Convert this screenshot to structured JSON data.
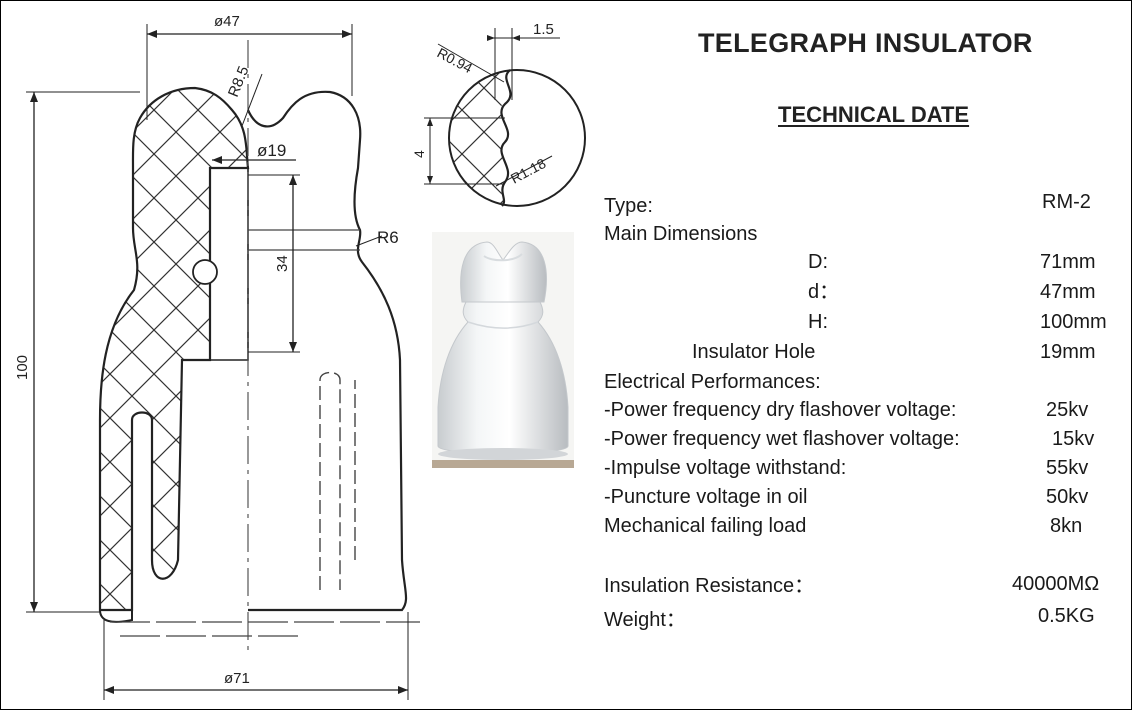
{
  "title": "TELEGRAPH INSULATOR",
  "subtitle": "TECHNICAL DATE",
  "drawing": {
    "dim_top": "ø47",
    "dim_bottom": "ø71",
    "dim_height": "100",
    "dim_hole": "ø19",
    "dim_depth": "34",
    "radius_top": "R8.5",
    "radius_neck": "R6",
    "detail_width": "1.5",
    "detail_radius_top": "R0.94",
    "detail_radius_bottom": "R1.18",
    "detail_pitch": "4"
  },
  "specs": {
    "type_label": "Type:",
    "type_value": "RM-2",
    "main_dimensions": "Main Dimensions",
    "d_big_label": "D:",
    "d_big_value": "71mm",
    "d_small_label": "d：",
    "d_small_value": "47mm",
    "h_label": "H:",
    "h_value": "100mm",
    "hole_label": "Insulator Hole",
    "hole_value": "19mm",
    "electrical": "Electrical Performances:",
    "dry_label": "-Power frequency dry flashover voltage:",
    "dry_value": "25kv",
    "wet_label": "-Power frequency wet flashover voltage:",
    "wet_value": "15kv",
    "impulse_label": "-Impulse voltage withstand:",
    "impulse_value": "55kv",
    "puncture_label": "-Puncture voltage in oil",
    "puncture_value": "50kv",
    "mech_label": "Mechanical failing load",
    "mech_value": "8kn",
    "resistance_label": "Insulation Resistance：",
    "resistance_value": "40000MΩ",
    "weight_label": "Weight：",
    "weight_value": "0.5KG"
  }
}
